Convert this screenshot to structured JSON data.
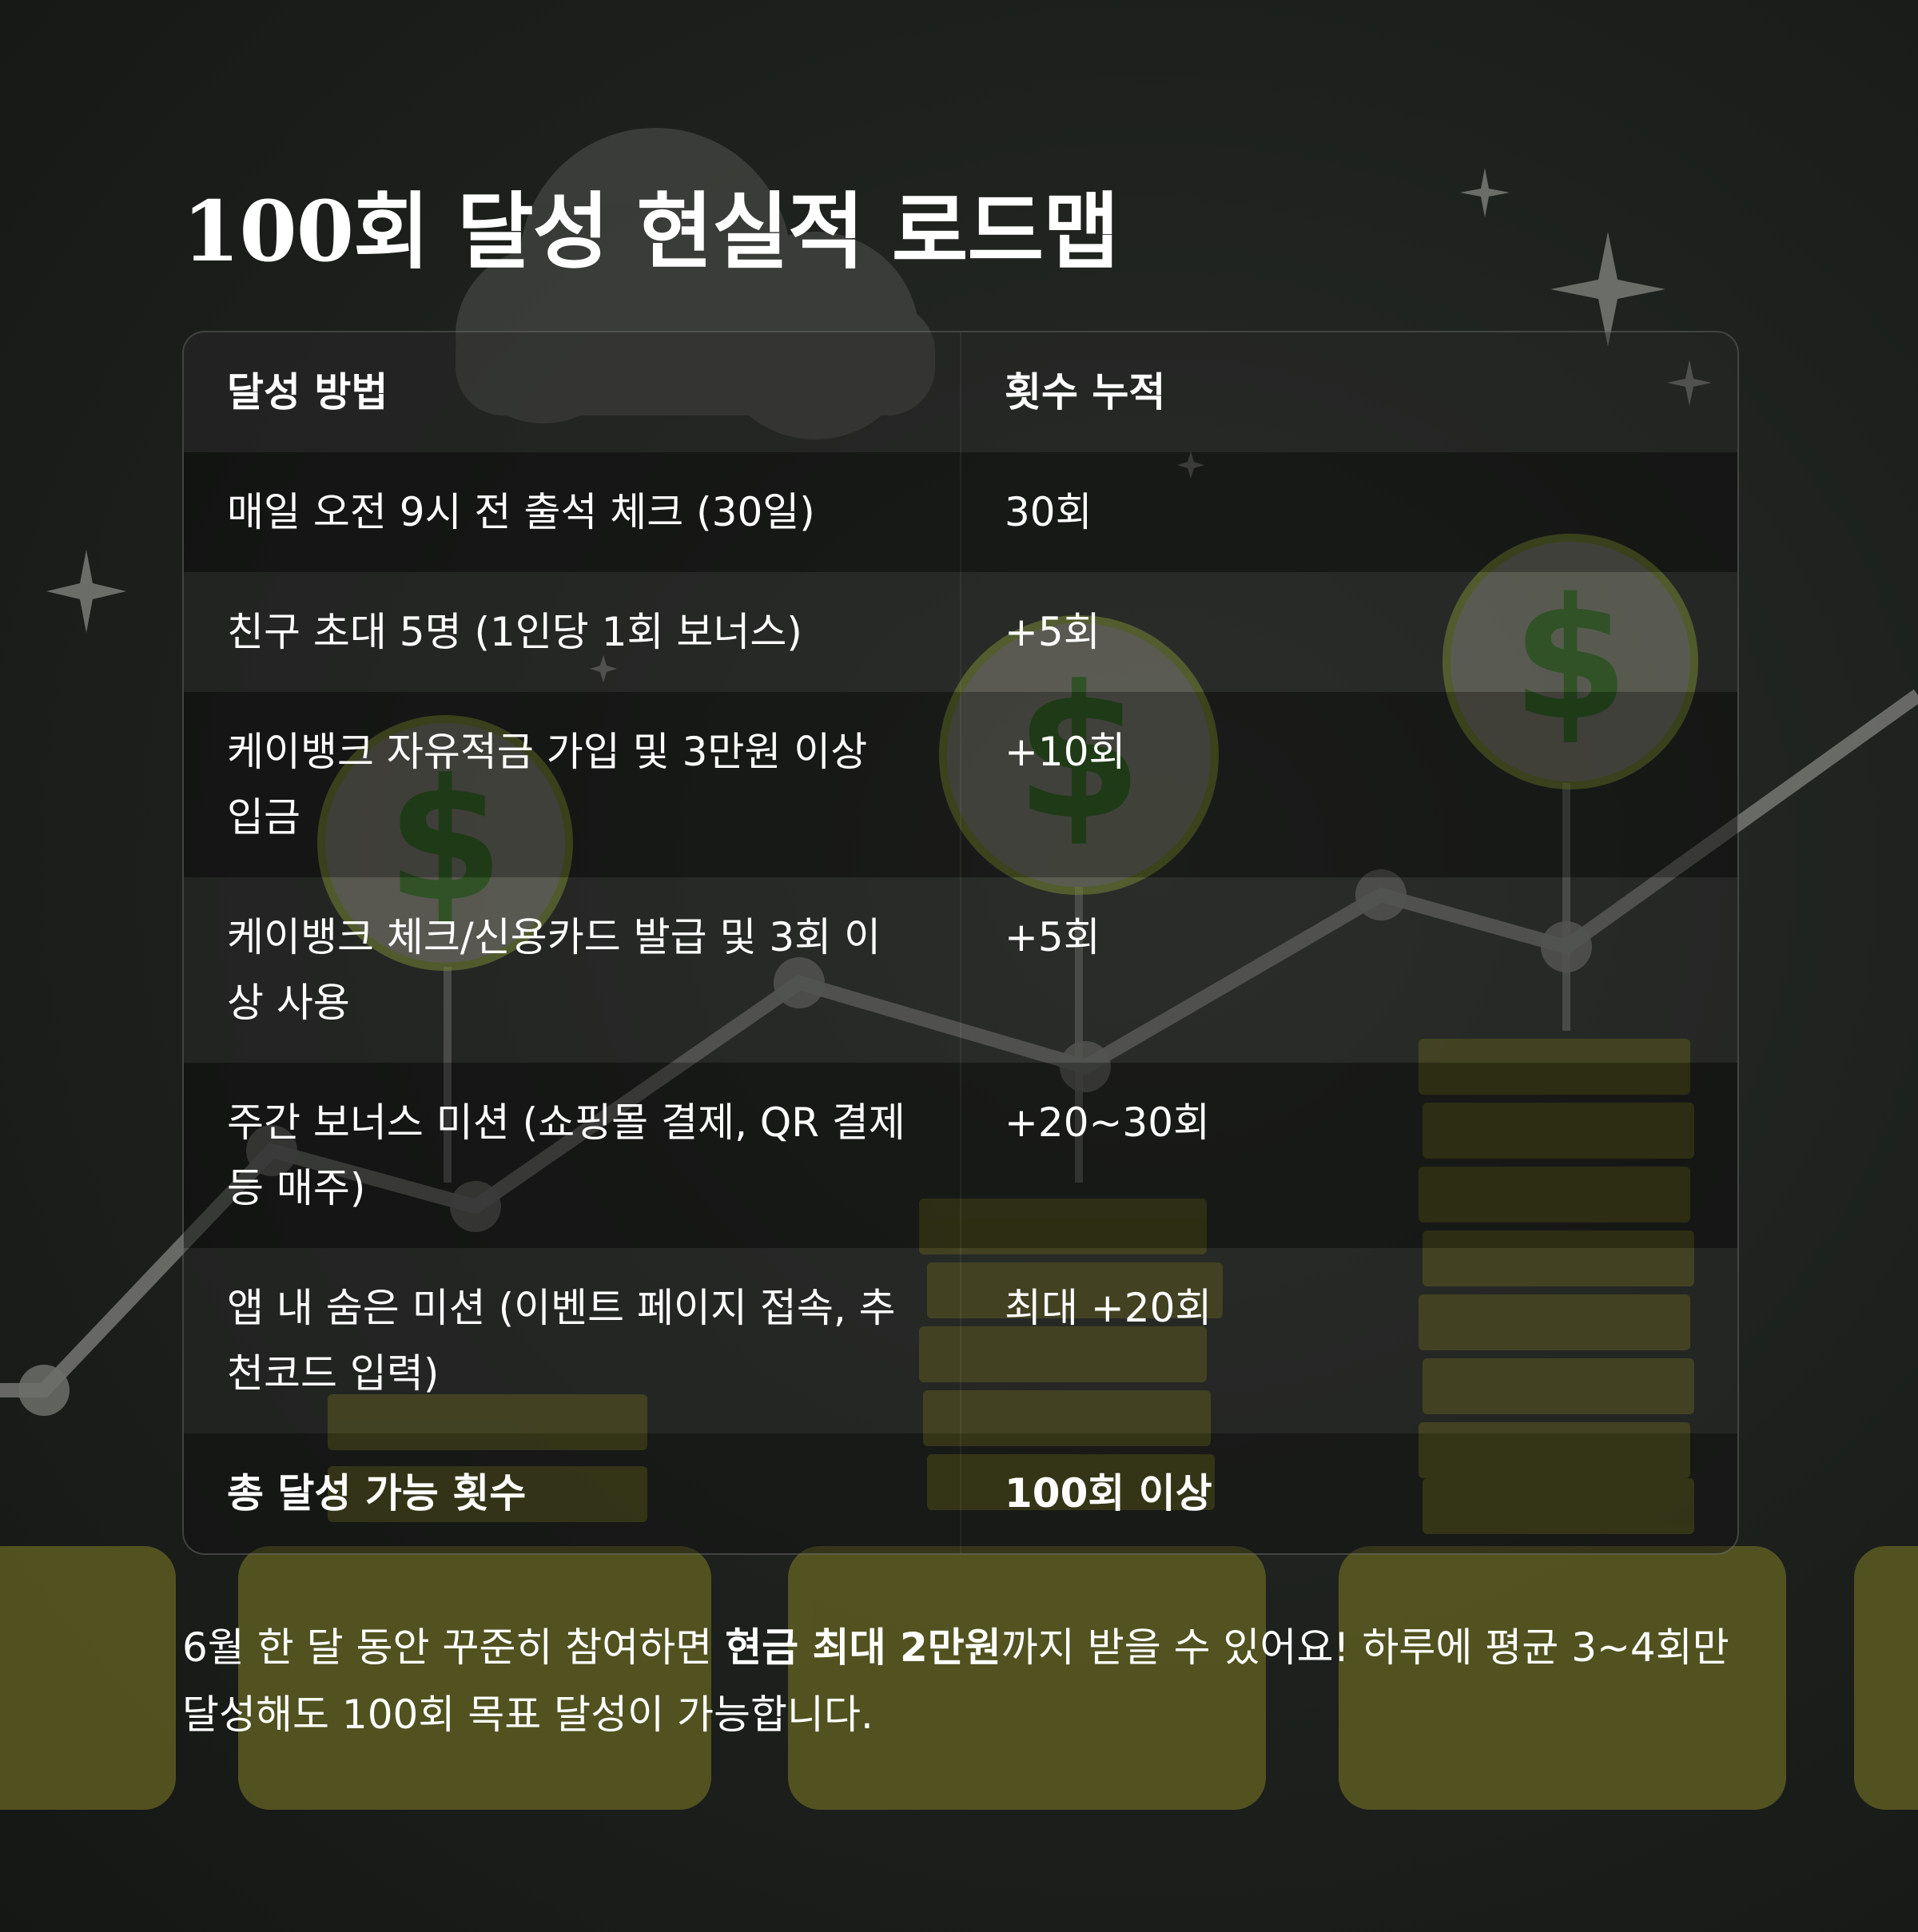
{
  "title": "100회 달성 현실적 로드맵",
  "table": {
    "headers": [
      "달성 방법",
      "횟수 누적"
    ],
    "rows": [
      {
        "method": "매일 오전 9시 전 출석 체크 (30일)",
        "count": "30회"
      },
      {
        "method": "친구 초대 5명 (1인당 1회 보너스)",
        "count": "+5회"
      },
      {
        "method": "케이뱅크 자유적금 가입 및 3만원 이상 입금",
        "count": "+10회"
      },
      {
        "method": "케이뱅크 체크/신용카드 발급 및 3회 이상 사용",
        "count": "+5회"
      },
      {
        "method": "주간 보너스 미션 (쇼핑몰 결제, QR 결제 등 매주)",
        "count": "+20~30회"
      },
      {
        "method": "앱 내 숨은 미션 (이벤트 페이지 접속, 추천코드 입력)",
        "count": "최대 +20회"
      }
    ],
    "total": {
      "method": "총 달성 가능 횟수",
      "count": "100회 이상"
    }
  },
  "footer": {
    "part1": "6월 한 달 동안 꾸준히 참여하면 ",
    "highlight": "현금 최대 2만원",
    "part2": "까지 받을 수 있어요! 하루에 평균 3~4회만 달성해도 100회 목표 달성이 가능합니다."
  },
  "colors": {
    "background": "#1c1f1c",
    "coin": "#d9d9c8",
    "dollar": "#2e6b1e",
    "cash": "#8a8a2a"
  }
}
